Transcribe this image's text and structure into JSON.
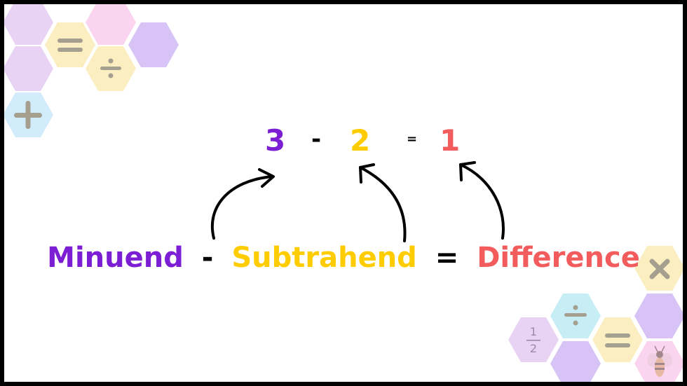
{
  "colors": {
    "purple": "#7c1fd4",
    "yellow": "#ffcc00",
    "coral": "#f25c5c",
    "black": "#000000",
    "hex_lavender": "#e9d3f4",
    "hex_pink": "#fbd5ef",
    "hex_yellow": "#fbefc1",
    "hex_violet": "#d7c3f5",
    "hex_blue": "#d2ecfb",
    "hex_cyan": "#c8eef5",
    "symbol_gray": "#a49f8f"
  },
  "example": {
    "minuend": "3",
    "minus": "-",
    "subtrahend": "2",
    "equals": "=",
    "difference": "1"
  },
  "formula": {
    "minuend": "Minuend",
    "minus": "-",
    "subtrahend": "Subtrahend",
    "equals": "=",
    "difference": "Difference"
  },
  "decor": {
    "icons": [
      "equals-icon",
      "divide-icon",
      "plus-icon",
      "multiply-icon",
      "divide-icon",
      "equals-icon",
      "one-half-fraction-icon",
      "bee-icon"
    ],
    "fraction_numerator": "1",
    "fraction_denominator": "2"
  }
}
